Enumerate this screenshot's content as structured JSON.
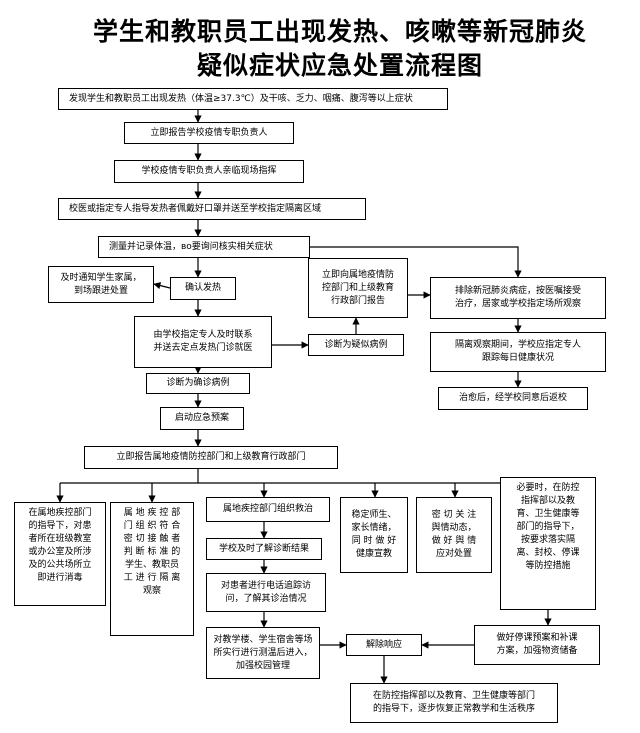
{
  "title_line1": "学生和教职员工出现发热、咳嗽等新冠肺炎",
  "title_line2": "疑似症状应急处置流程图",
  "boxes": {
    "discover": "发现学生和教职员工出现发热（体温≥37.3℃）及干咳、乏力、咽痛、腹泻等以上症状",
    "report_leader": "立即报告学校疫情专职负责人",
    "leader_onsite": "学校疫情专职负责人亲临现场指挥",
    "guide_mask": "校医或指定专人指导发热者佩戴好口罩并送至学校指定隔离区域",
    "measure_temp": "测量并记录体温，во要询问核实相关症状",
    "notify_parents": "及时通知学生家属，\n到场跟进处置",
    "confirm_fever": "确认发热",
    "report_gov": "立即向属地疫情防\n控部门和上级教育\n行政部门报告",
    "exclude": "排除新冠肺炎病症，按医嘱接受\n治疗，居家或学校指定场所观察",
    "send_clinic": "由学校指定专人及时联系\n并送去定点发热门诊就医",
    "suspected": "诊断为疑似病例",
    "isolation_obs": "隔离观察期间，学校应指定专人\n跟踪每日健康状况",
    "confirmed": "诊断为确诊病例",
    "cured": "治愈后，经学校同意后返校",
    "start_plan": "启动应急预案",
    "report_all": "立即报告属地疫情防控部门和上级教育行政部门",
    "disinfect": "在属地疾控部门\n的指导下，对患\n者所在班级教室\n或办公室及所涉\n及的公共场所立\n即进行消毒",
    "close_contacts": "属 地 疾 控 部\n门 组 织 符 合\n密 切 接 触 者\n判 断 标 准 的\n学生、教职员\n工 进 行 隔 离\n观察",
    "rescue": "属地疾控部门组织救治",
    "stabilize": "稳定师生、\n家长情绪，\n同 时 做 好\n健康宣教",
    "public_opinion": "密 切 关 注\n舆情动态，\n做 好 舆 情\n应对处置",
    "suspend": "必要时，在防控\n指挥部以及教\n育、卫生健康等\n部门的指导下，\n按要求落实隔\n离、封校、停课\n等防控措施",
    "diagnosis_result": "学校及时了解诊断结果",
    "phone_trace": "对患者进行电话追踪访\n问，了解其诊治情况",
    "area_sampling": "对教学楼、学生宿舍等场\n所实行进行测温后进入，\n加强校园管理",
    "lift": "解除响应",
    "prepare_suspend": "做好停课预案和补课\n方案，加强物资储备",
    "resume": "在防控指挥部以及教育、卫生健康等部门\n的指导下，逐步恢复正常教学和生活秩序"
  }
}
